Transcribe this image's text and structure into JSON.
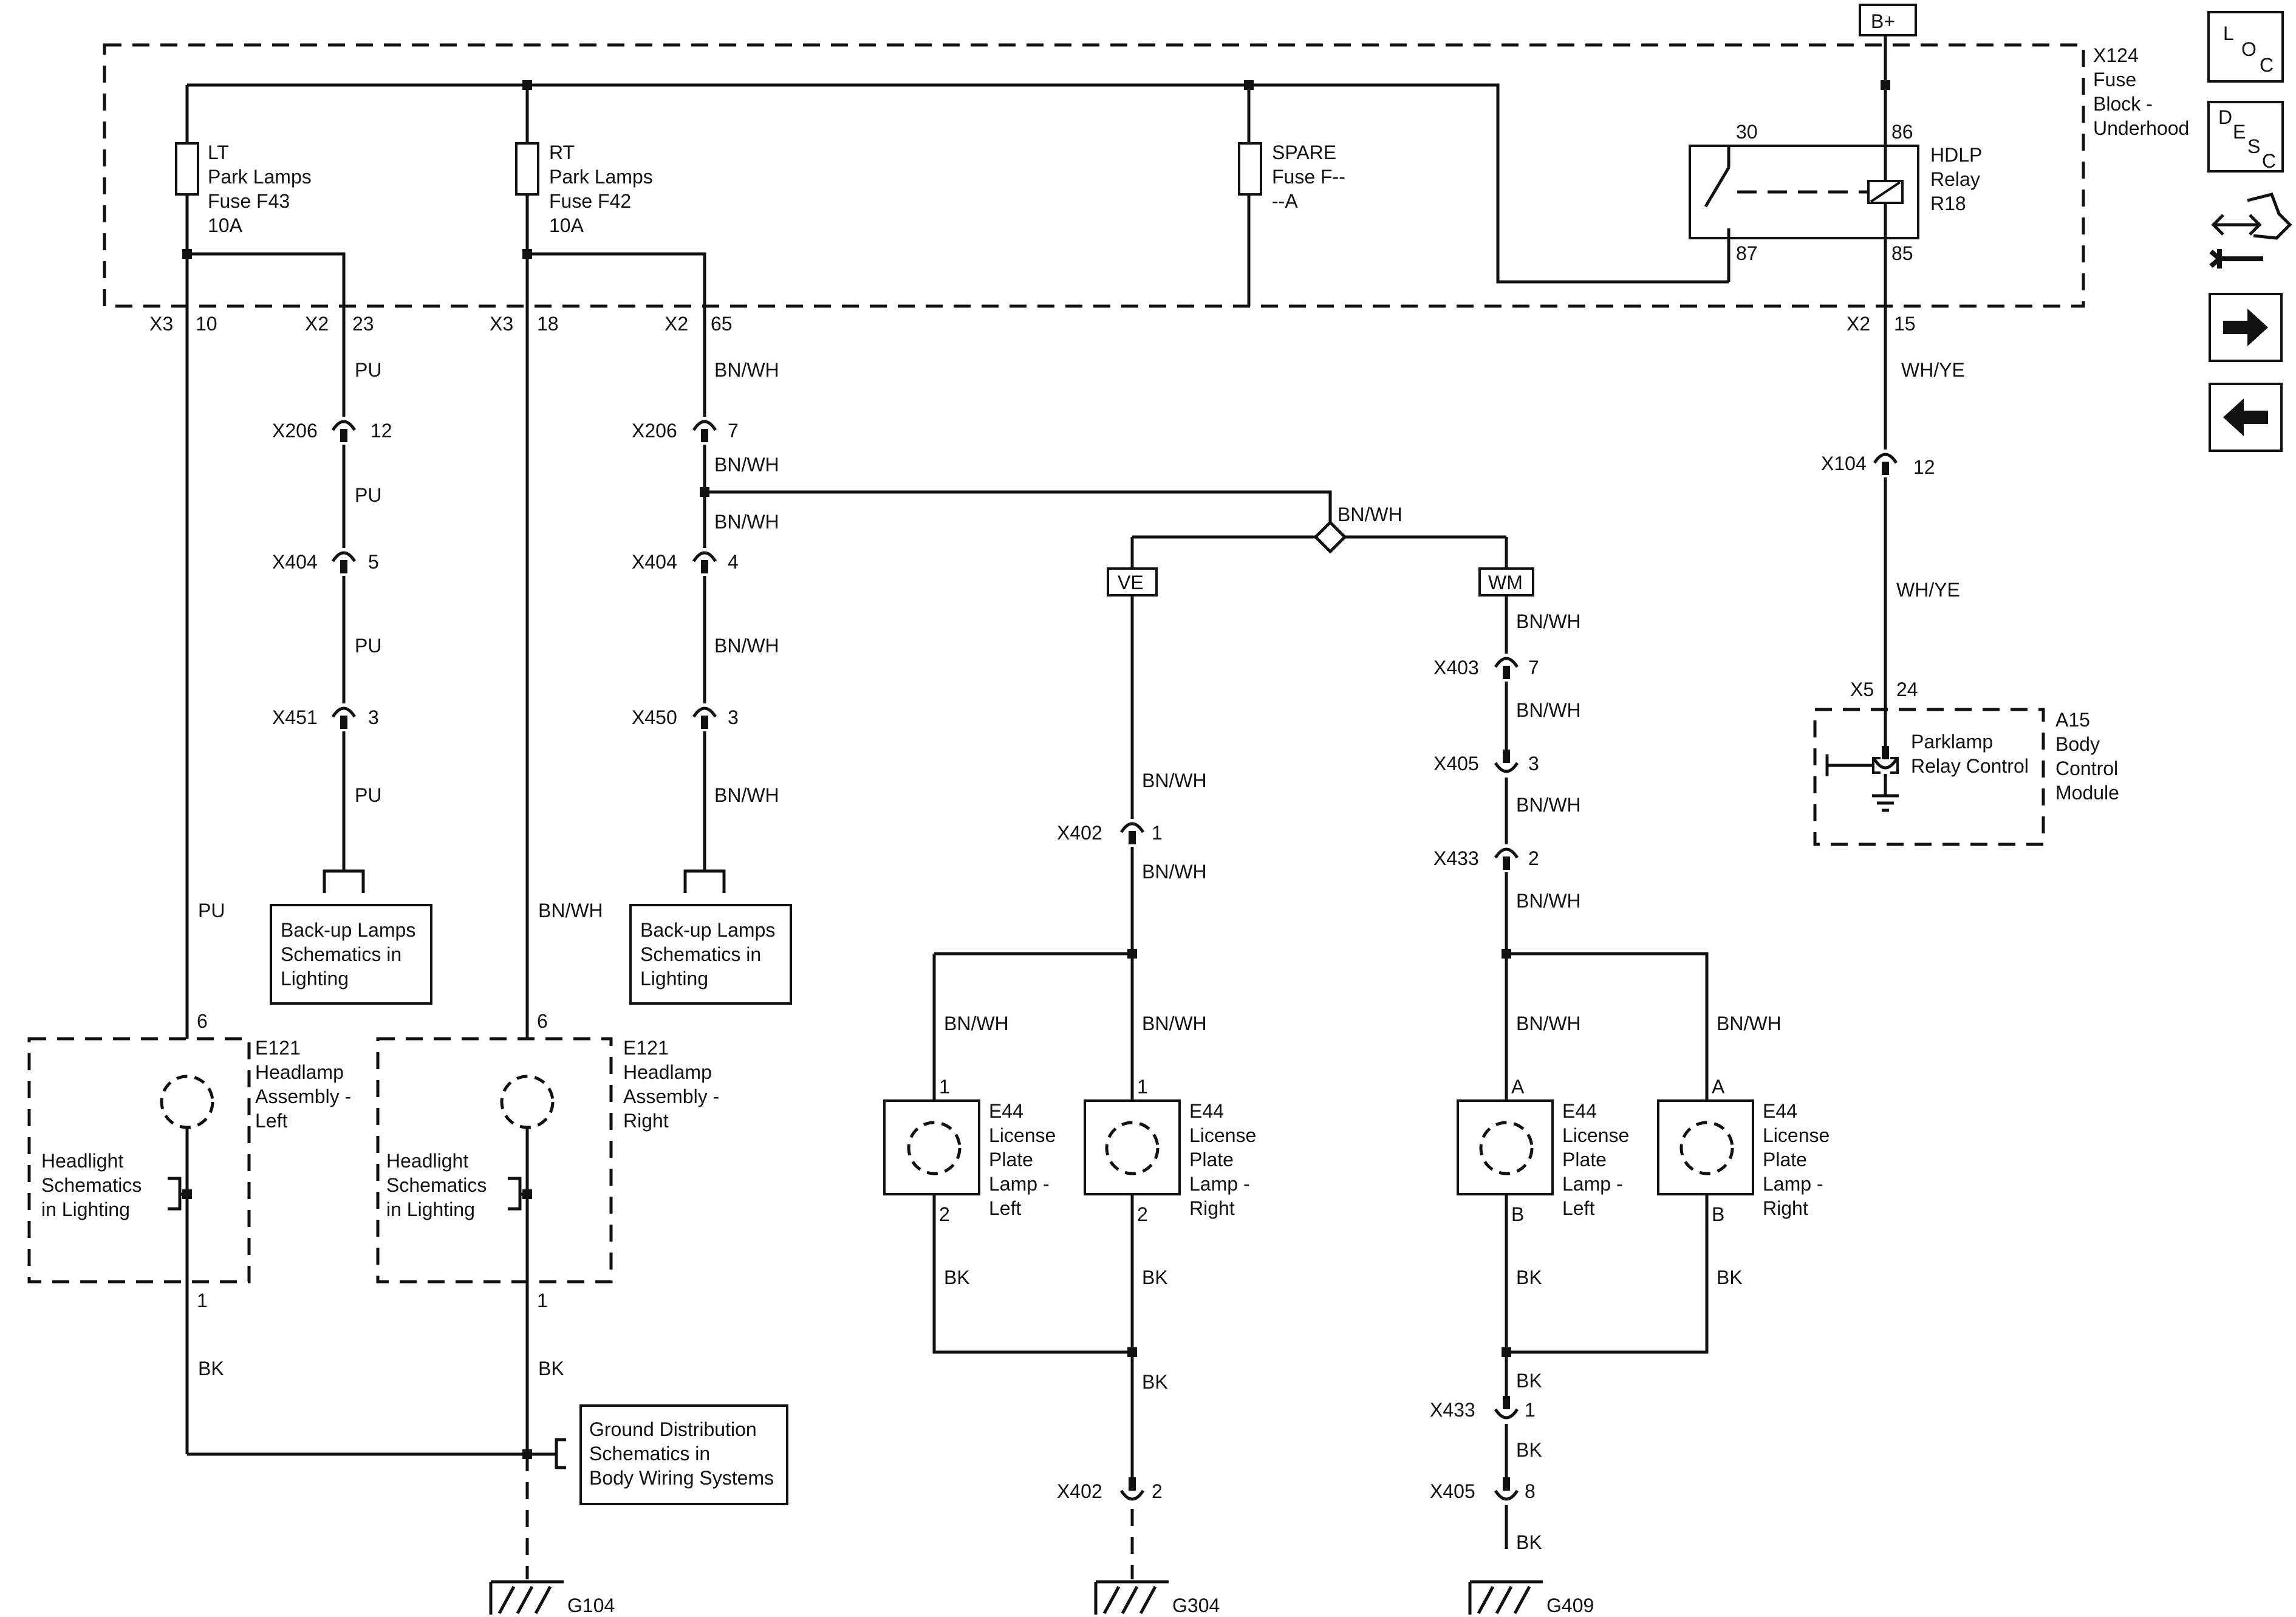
{
  "power": {
    "bplus": "B+"
  },
  "fuse_block": {
    "title": [
      "X124",
      "Fuse",
      "Block -",
      "Underhood"
    ]
  },
  "fuses": {
    "f43": [
      "LT",
      "Park Lamps",
      "Fuse F43",
      "10A"
    ],
    "f42": [
      "RT",
      "Park Lamps",
      "Fuse F42",
      "10A"
    ],
    "spare": [
      "SPARE",
      "Fuse F--",
      "--A"
    ]
  },
  "relay": {
    "title": [
      "HDLP",
      "Relay",
      "R18"
    ],
    "pins": {
      "p30": "30",
      "p86": "86",
      "p87": "87",
      "p85": "85"
    }
  },
  "fuse_block_pins": [
    {
      "conn": "X3",
      "pin": "10"
    },
    {
      "conn": "X2",
      "pin": "23"
    },
    {
      "conn": "X3",
      "pin": "18"
    },
    {
      "conn": "X2",
      "pin": "65"
    },
    {
      "conn": "X2",
      "pin": "15"
    }
  ],
  "wire_colors": {
    "pu": "PU",
    "bnwh": "BN/WH",
    "whye": "WH/YE",
    "bk": "BK"
  },
  "connectors": {
    "x206_12": {
      "name": "X206",
      "pin": "12"
    },
    "x404_5": {
      "name": "X404",
      "pin": "5"
    },
    "x451_3": {
      "name": "X451",
      "pin": "3"
    },
    "x206_7": {
      "name": "X206",
      "pin": "7"
    },
    "x404_4": {
      "name": "X404",
      "pin": "4"
    },
    "x450_3": {
      "name": "X450",
      "pin": "3"
    },
    "x104_12": {
      "name": "X104",
      "pin": "12"
    },
    "x402_1": {
      "name": "X402",
      "pin": "1"
    },
    "x402_2": {
      "name": "X402",
      "pin": "2"
    },
    "x403_7": {
      "name": "X403",
      "pin": "7"
    },
    "x405_3": {
      "name": "X405",
      "pin": "3"
    },
    "x433_2": {
      "name": "X433",
      "pin": "2"
    },
    "x433_1": {
      "name": "X433",
      "pin": "1"
    },
    "x405_8": {
      "name": "X405",
      "pin": "8"
    },
    "x5_24": {
      "name": "X5",
      "pin": "24"
    }
  },
  "options": {
    "ve": "VE",
    "wm": "WM"
  },
  "refs": {
    "backup_left": [
      "Back-up Lamps",
      "Schematics in",
      "Lighting"
    ],
    "backup_right": [
      "Back-up Lamps",
      "Schematics in",
      "Lighting"
    ],
    "headlight_left": [
      "Headlight",
      "Schematics",
      "in Lighting"
    ],
    "headlight_right": [
      "Headlight",
      "Schematics",
      "in Lighting"
    ],
    "ground_dist": [
      "Ground Distribution",
      "Schematics in",
      "Body Wiring Systems"
    ]
  },
  "components": {
    "e121_left": {
      "title": [
        "E121",
        "Headlamp",
        "Assembly -",
        "Left"
      ],
      "pin_top": "6",
      "pin_bottom": "1"
    },
    "e121_right": {
      "title": [
        "E121",
        "Headlamp",
        "Assembly -",
        "Right"
      ],
      "pin_top": "6",
      "pin_bottom": "1"
    },
    "e44_ve_left": {
      "title": [
        "E44",
        "License",
        "Plate",
        "Lamp -",
        "Left"
      ],
      "pin_top": "1",
      "pin_bottom": "2"
    },
    "e44_ve_right": {
      "title": [
        "E44",
        "License",
        "Plate",
        "Lamp -",
        "Right"
      ],
      "pin_top": "1",
      "pin_bottom": "2"
    },
    "e44_wm_left": {
      "title": [
        "E44",
        "License",
        "Plate",
        "Lamp -",
        "Left"
      ],
      "pin_top": "A",
      "pin_bottom": "B"
    },
    "e44_wm_right": {
      "title": [
        "E44",
        "License",
        "Plate",
        "Lamp -",
        "Right"
      ],
      "pin_top": "A",
      "pin_bottom": "B"
    },
    "bcm": {
      "title": [
        "A15",
        "Body",
        "Control",
        "Module"
      ],
      "circuit": [
        "Parklamp",
        "Relay Control"
      ]
    }
  },
  "grounds": {
    "g104": "G104",
    "g304": "G304",
    "g409": "G409"
  },
  "nav_icons": {
    "loc": [
      "L",
      "O",
      "C"
    ],
    "desc": [
      "D",
      "E",
      "S",
      "C"
    ],
    "icons": [
      "connector-diagnostic-icon",
      "arrow-right-icon",
      "arrow-left-icon"
    ]
  }
}
